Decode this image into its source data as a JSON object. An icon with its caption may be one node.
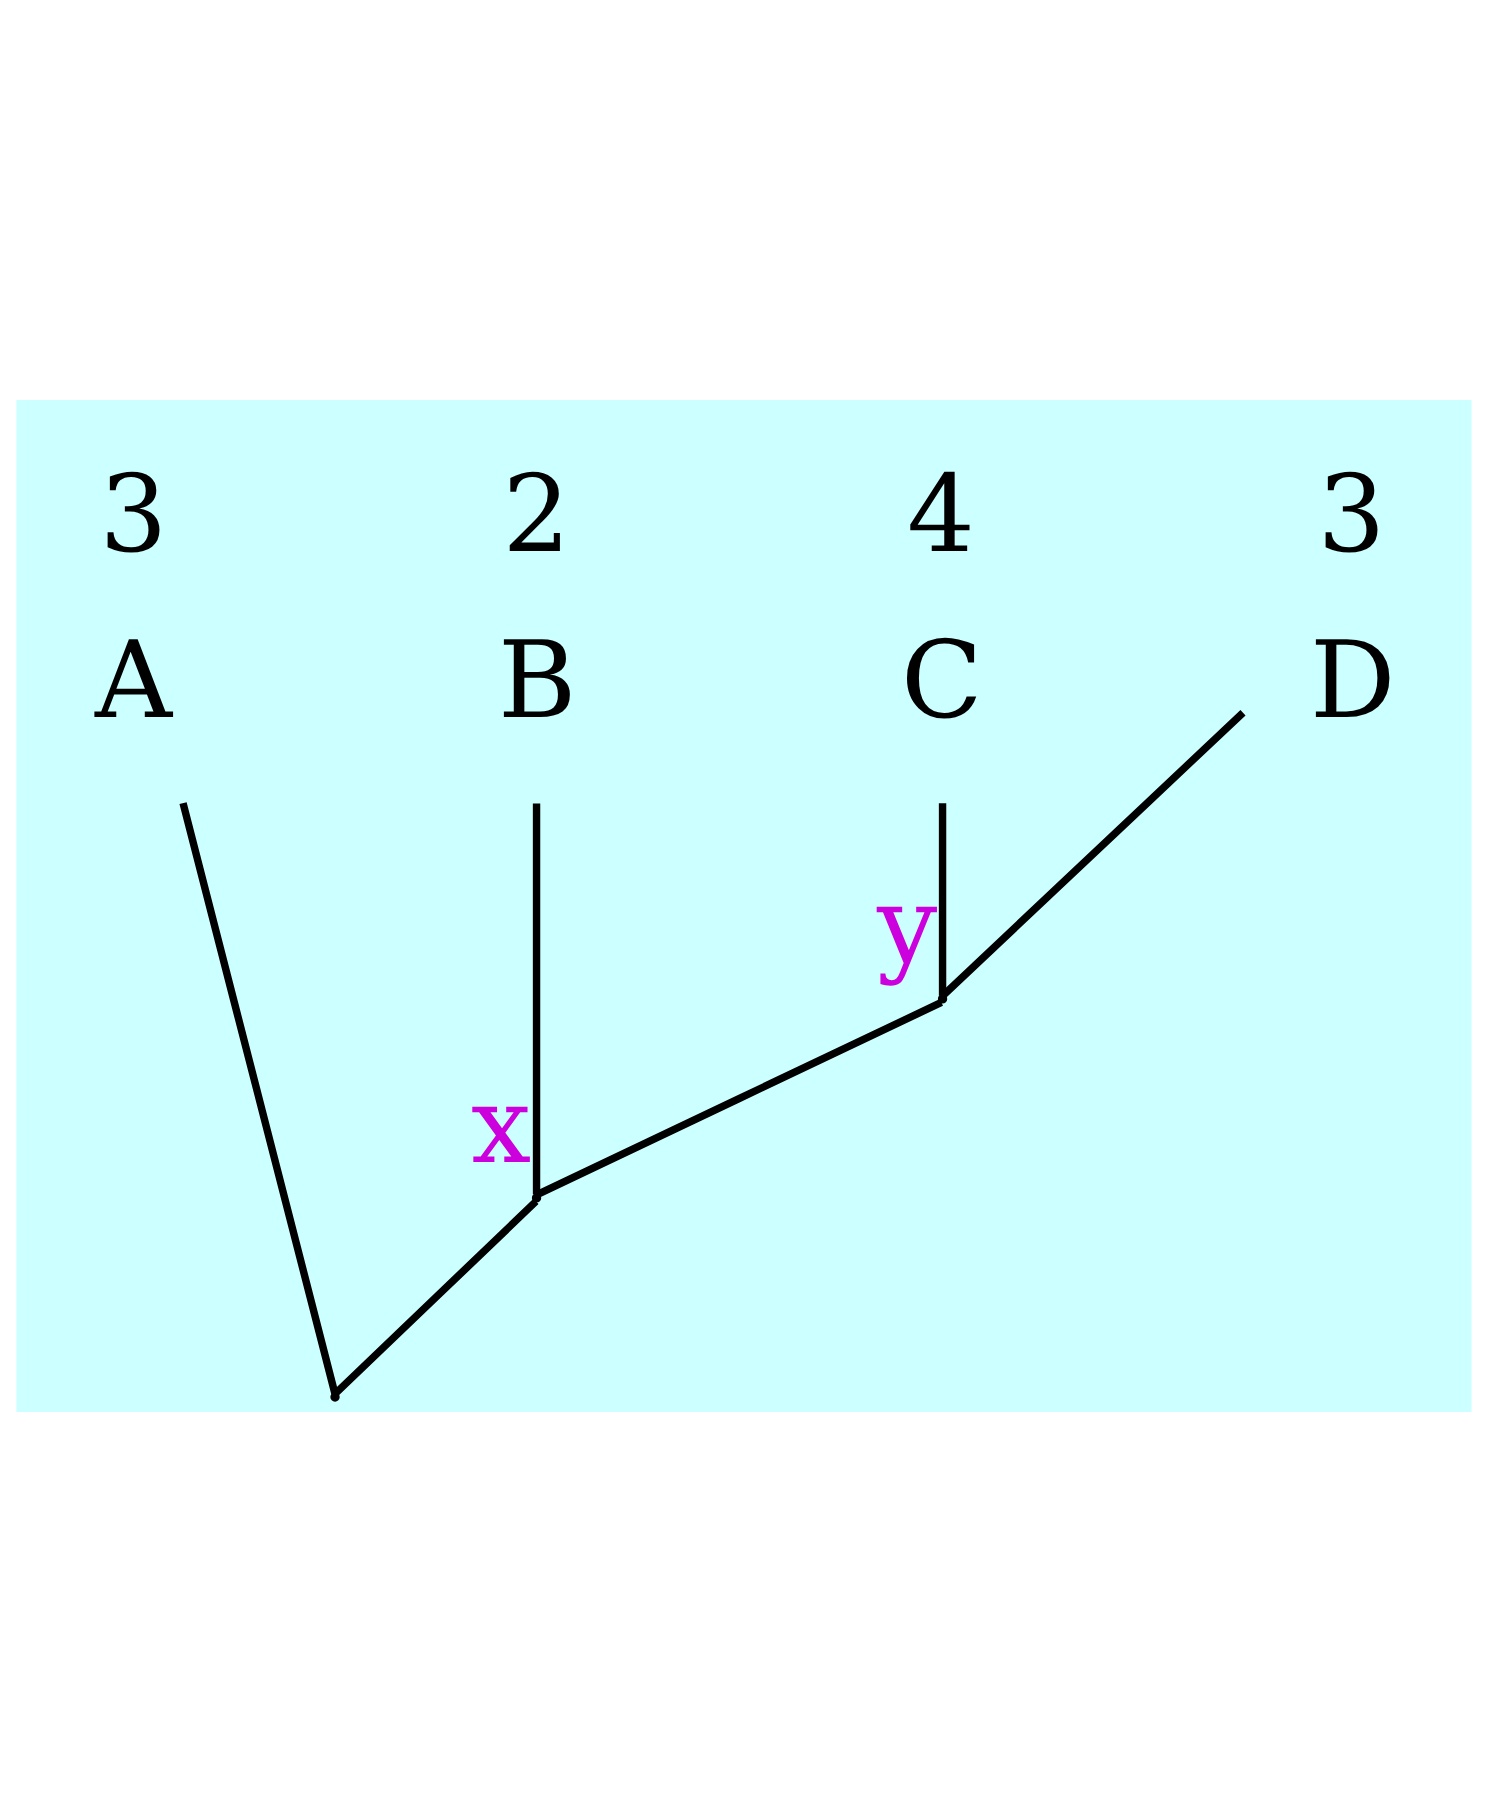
{
  "diagram": {
    "nodes": [
      {
        "text": [
          "A"
        ],
        "beside": [
          "3"
        ]
      },
      {
        "text": [
          "B"
        ],
        "beside": [
          "2"
        ]
      },
      {
        "text": [
          "C"
        ],
        "beside": [
          "4"
        ]
      },
      {
        "text": [
          "D"
        ],
        "beside": [
          "3"
        ]
      },
      {
        "text": [],
        "shape": "point",
        "beside": [
          "y"
        ]
      },
      {
        "text": [],
        "shape": "point",
        "beside": [
          "x"
        ]
      },
      {
        "text": [],
        "shape": "point"
      }
    ],
    "edges": [
      {
        "from": 2,
        "to": 4,
        "arrow": "none"
      },
      {
        "from": 3,
        "to": 4,
        "arrow": "none"
      },
      {
        "from": 4,
        "to": 5,
        "arrow": "none"
      },
      {
        "from": 1,
        "to": 5,
        "arrow": "none"
      },
      {
        "from": 5,
        "to": 6,
        "arrow": "none"
      },
      {
        "from": 0,
        "to": 6,
        "arrow": "none"
      }
    ]
  }
}
